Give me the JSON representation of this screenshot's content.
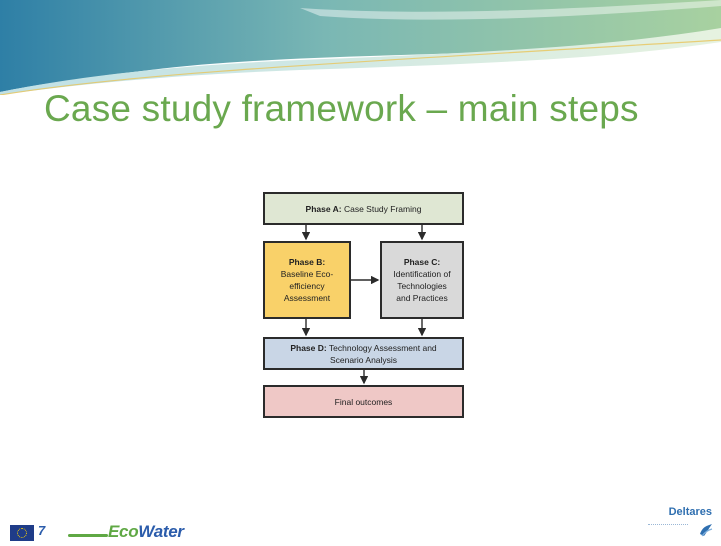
{
  "slide": {
    "title": "Case study framework – main steps"
  },
  "diagram": {
    "phase_a": {
      "label_bold": "Phase A:",
      "label_rest": " Case Study Framing"
    },
    "phase_b": {
      "label_bold": "Phase B:",
      "line1": "Baseline Eco-",
      "line2": "efficiency",
      "line3": "Assessment"
    },
    "phase_c": {
      "label_bold": "Phase C:",
      "line1": "Identification of",
      "line2": "Technologies",
      "line3": "and Practices"
    },
    "phase_d": {
      "label_bold": "Phase D:",
      "line1_rest": " Technology Assessment and",
      "line2": "Scenario Analysis"
    },
    "final": {
      "label": "Final outcomes"
    }
  },
  "footer": {
    "ecowater_eco": "Eco",
    "ecowater_water": "Water",
    "fp7_mark": "7",
    "deltares": "Deltares"
  },
  "colors": {
    "title": "#6aa84f",
    "phase_a_fill": "#dfe7d3",
    "phase_b_fill": "#f9d169",
    "phase_c_fill": "#d9d9d9",
    "phase_d_fill": "#c9d6e6",
    "final_fill": "#efc8c6"
  }
}
